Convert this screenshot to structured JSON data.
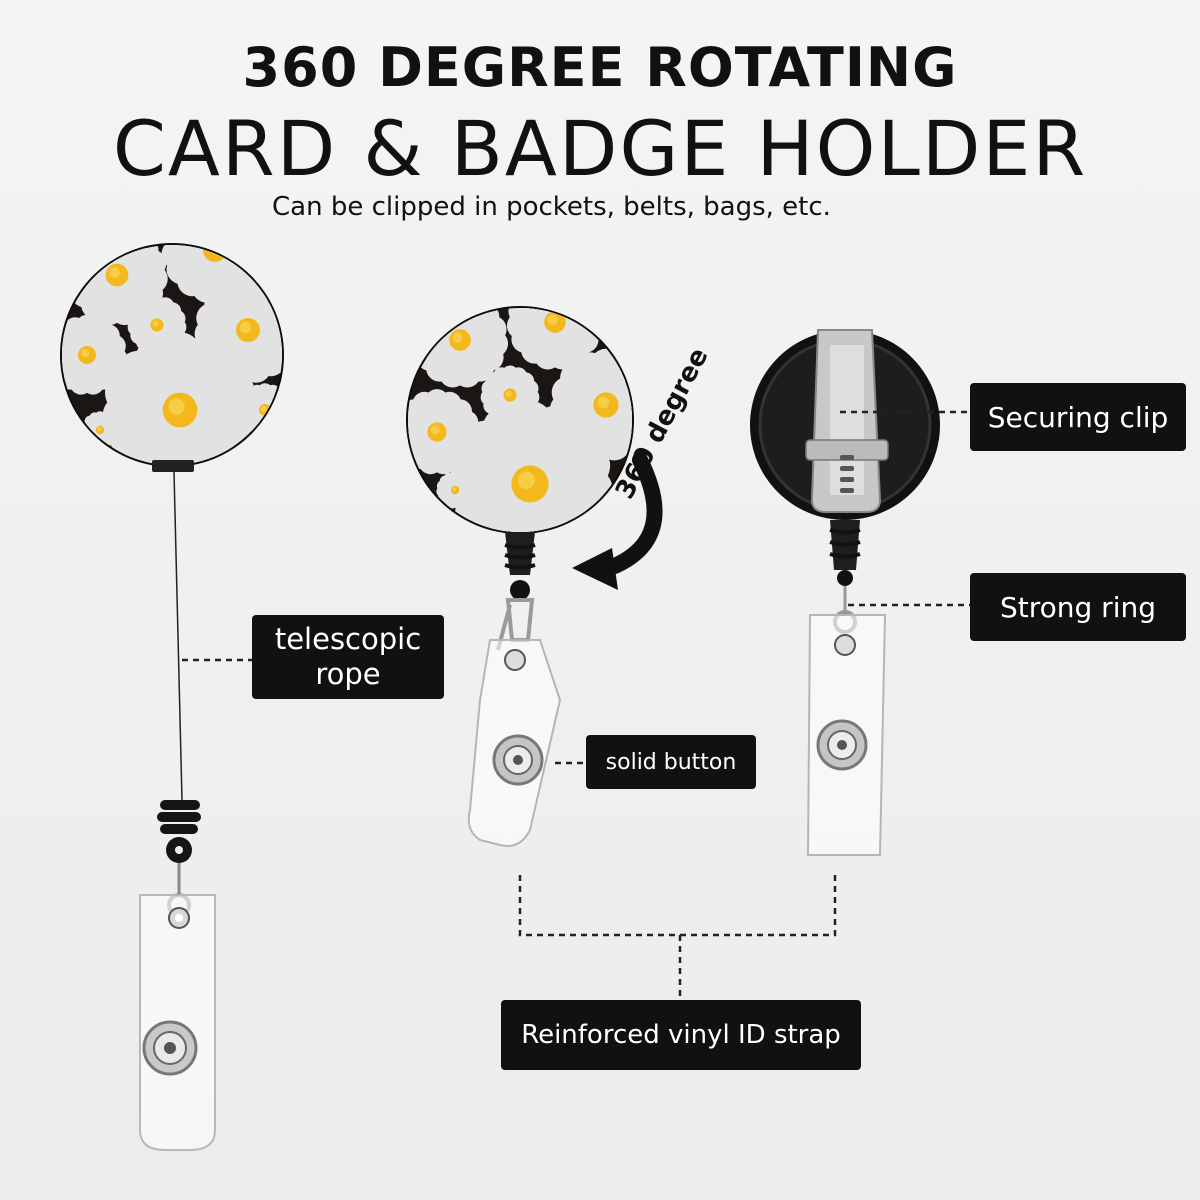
{
  "heading": {
    "line1": "360 DEGREE ROTATING",
    "line2": "CARD & BADGE HOLDER",
    "subtitle": "Can be clipped in pockets, belts, bags, etc."
  },
  "callouts": {
    "telescopic_rope": "telescopic rope",
    "solid_button": "solid button",
    "securing_clip": "Securing clip",
    "strong_ring": "Strong ring",
    "vinyl_strap": "Reinforced vinyl ID strap",
    "rotation": "360 degree"
  },
  "colors": {
    "badge_face": "#1b1513",
    "petal": "#ffffff",
    "flower_center": "#f2b81c",
    "label_bg": "#111111",
    "label_text": "#ffffff"
  },
  "icons": [
    "daisy-badge-icon",
    "rotation-arrow-icon",
    "clip-icon",
    "snap-button-icon"
  ]
}
